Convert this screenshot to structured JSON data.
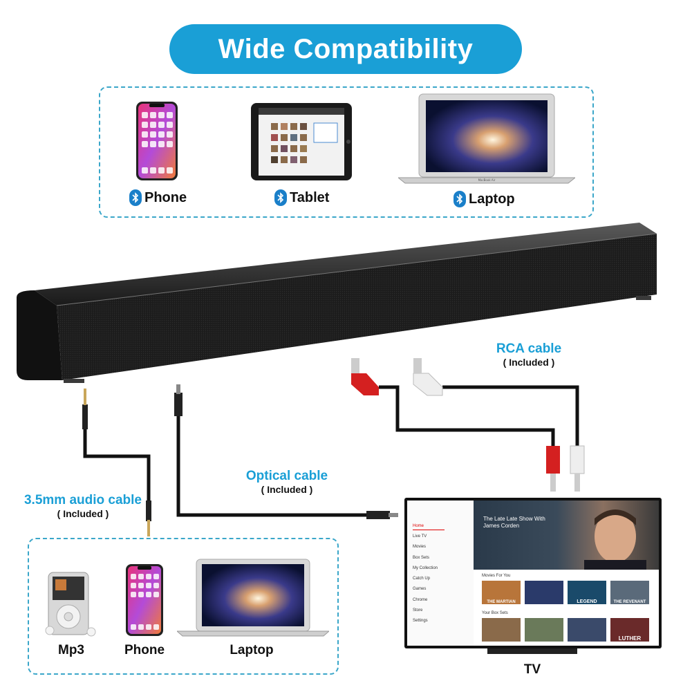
{
  "title": "Wide Compatibility",
  "top_devices": [
    {
      "label": "Phone",
      "icon": "bluetooth-icon"
    },
    {
      "label": "Tablet",
      "icon": "bluetooth-icon"
    },
    {
      "label": "Laptop",
      "icon": "bluetooth-icon"
    }
  ],
  "cables": {
    "rca": {
      "title": "RCA cable",
      "sub": "( Included )"
    },
    "optical": {
      "title": "Optical cable",
      "sub": "( Included )"
    },
    "aux": {
      "title": "3.5mm audio cable",
      "sub": "( Included )"
    }
  },
  "bottom_devices": [
    {
      "label": "Mp3"
    },
    {
      "label": "Phone"
    },
    {
      "label": "Laptop"
    }
  ],
  "tv": {
    "label": "TV",
    "menu": [
      "Home",
      "Live TV",
      "Movies",
      "Box Sets",
      "My Collection",
      "Catch Up",
      "Games",
      "Chrome",
      "Store",
      "Settings"
    ],
    "hero_title": "The Late Late Show With James Corden",
    "row1": "Movies For You",
    "row2": "Your Box Sets",
    "tiles": [
      "THE MARTIAN",
      "",
      "LEGEND",
      "THE REVENANT",
      "",
      "",
      "",
      "LUTHER"
    ]
  },
  "laptop_brand": "MacBook Air",
  "colors": {
    "accent": "#1a9fd6",
    "dash": "#3aa6c9",
    "bluetooth": "#1a7fc9",
    "rca_red": "#d42020"
  }
}
